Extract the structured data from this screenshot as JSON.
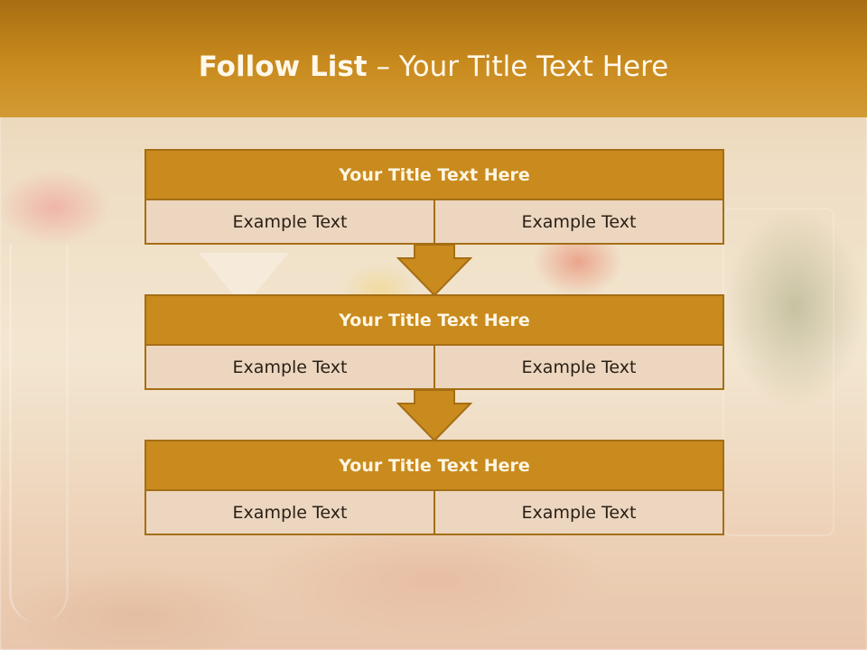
{
  "slide": {
    "title_bold": "Follow List",
    "title_rest": " – Your Title Text Here"
  },
  "colors": {
    "header": "#c98b1e",
    "box_title": "#c98a1e",
    "box_border": "#a56e14",
    "box_cell": "#ecd6bf",
    "arrow": "#c98a1e"
  },
  "steps": [
    {
      "title": "Your Title Text Here",
      "left": "Example Text",
      "right": "Example Text"
    },
    {
      "title": "Your Title Text Here",
      "left": "Example Text",
      "right": "Example Text"
    },
    {
      "title": "Your Title Text Here",
      "left": "Example Text",
      "right": "Example Text"
    }
  ]
}
